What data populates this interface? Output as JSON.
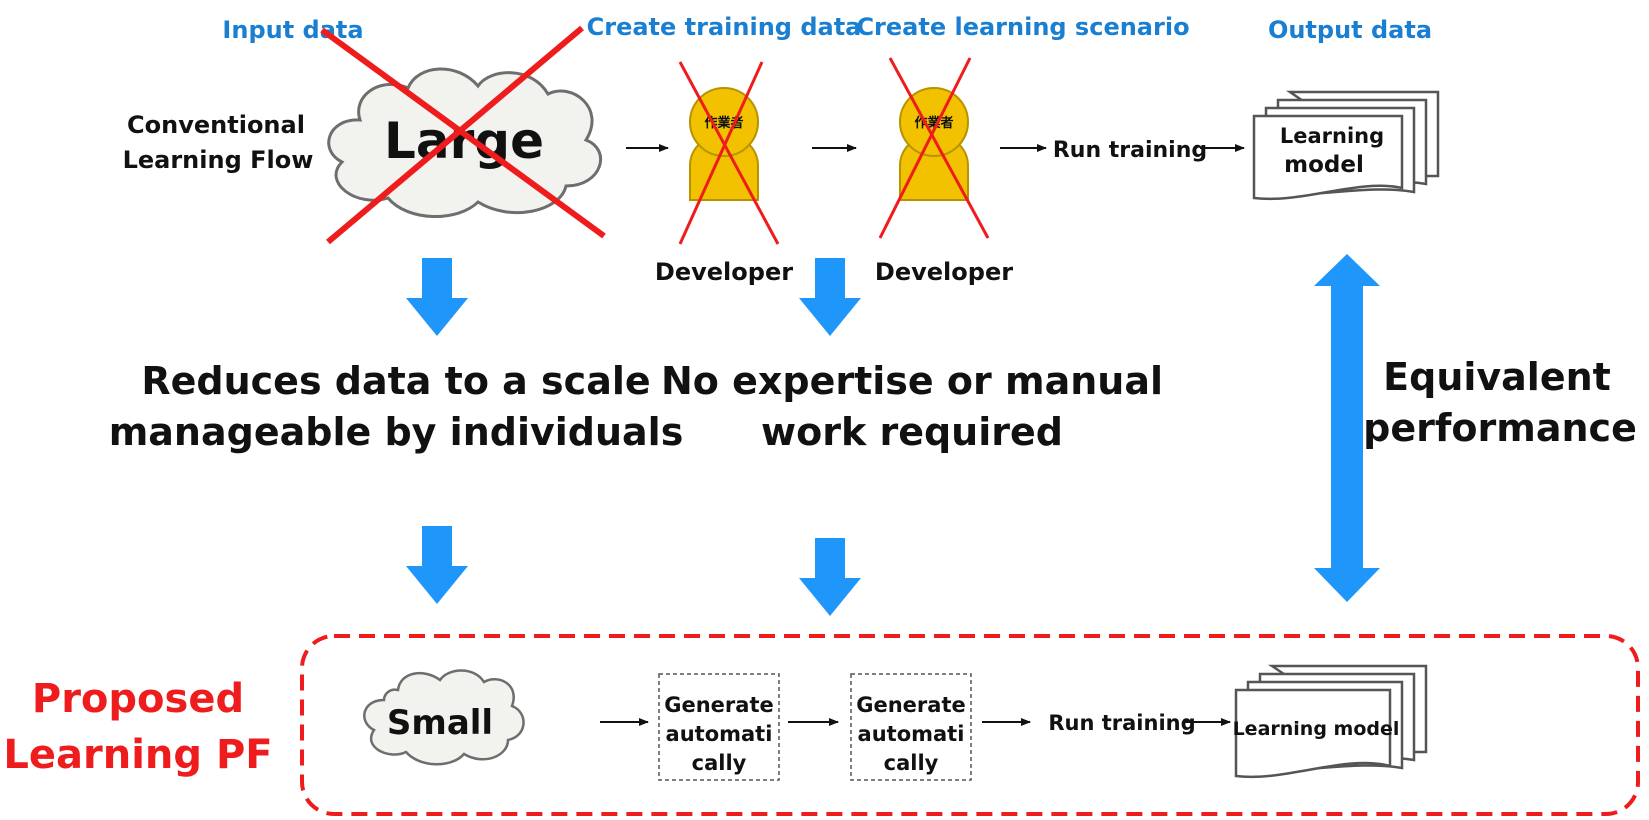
{
  "headers": {
    "input_data": "Input data",
    "create_training_data": "Create training data",
    "create_learning_scenario": "Create learning scenario",
    "output_data": "Output data"
  },
  "conventional": {
    "label_line1": "Conventional",
    "label_line2": "Learning Flow",
    "cloud_text": "Large",
    "developer_badge": "作業者",
    "developer_label_1": "Developer",
    "developer_label_2": "Developer",
    "run_training": "Run training",
    "model_line1": "Learning",
    "model_line2": "model"
  },
  "benefits": {
    "left_line1": "Reduces data to a scale",
    "left_line2": "manageable by individuals",
    "middle_line1": "No expertise or manual",
    "middle_line2": "work required",
    "right_line1": "Equivalent",
    "right_line2": "performance"
  },
  "proposed": {
    "label_line1": "Proposed",
    "label_line2": "Learning PF",
    "cloud_text": "Small",
    "gen1_line1": "Generate",
    "gen1_line2": "automati",
    "gen1_line3": "cally",
    "gen2_line1": "Generate",
    "gen2_line2": "automati",
    "gen2_line3": "cally",
    "run_training": "Run training",
    "model_label": "Learning model"
  },
  "colors": {
    "header_blue": "#1a7fd1",
    "arrow_blue": "#1e96fa",
    "cross_red": "#ee1c1c",
    "person_yellow": "#f2c200",
    "cloud_fill": "#f2f2ee"
  }
}
